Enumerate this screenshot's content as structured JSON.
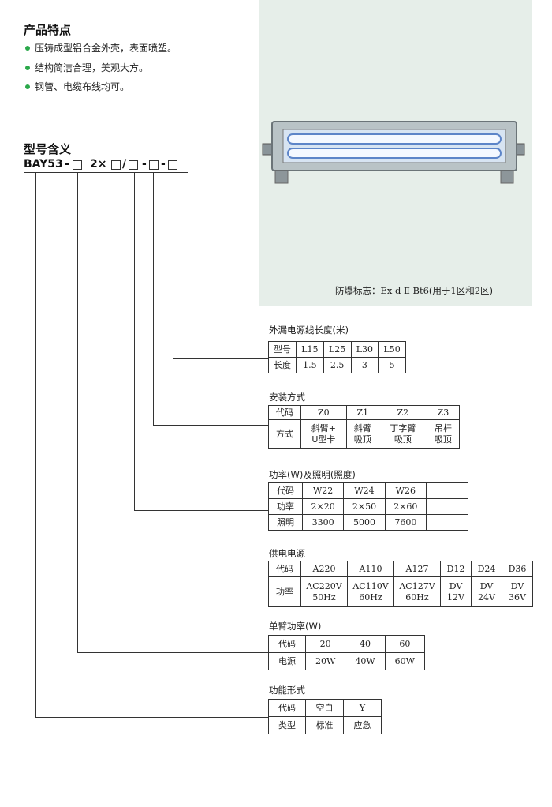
{
  "features": {
    "title": "产品特点",
    "items": [
      "压铸成型铝合金外壳，表面喷塑。",
      "结构简洁合理，美观大方。",
      "钢管、电缆布线均可。"
    ]
  },
  "photo": {
    "caption": "防爆标志：Ex d Ⅱ Bt6(用于1区和2区)"
  },
  "model": {
    "title": "型号含义",
    "prefix": "BAY53",
    "dash": "-",
    "mid": "2×",
    "slash": "/"
  },
  "tables": {
    "cable": {
      "title": "外漏电源线长度(米)",
      "rows": [
        [
          "型号",
          "L15",
          "L25",
          "L30",
          "L50"
        ],
        [
          "长度",
          "1.5",
          "2.5",
          "3",
          "5"
        ]
      ]
    },
    "install": {
      "title": "安装方式",
      "row1": [
        "代码",
        "Z0",
        "Z1",
        "Z2",
        "Z3"
      ],
      "row2": [
        "方式",
        "斜臂+\nU型卡",
        "斜臂\n吸顶",
        "丁字臂\n吸顶",
        "吊杆\n吸顶"
      ]
    },
    "power": {
      "title": "功率(W)及照明(照度)",
      "rows": [
        [
          "代码",
          "W22",
          "W24",
          "W26",
          ""
        ],
        [
          "功率",
          "2×20",
          "2×50",
          "2×60",
          ""
        ],
        [
          "照明",
          "3300",
          "5000",
          "7600",
          ""
        ]
      ]
    },
    "supply": {
      "title": "供电电源",
      "row1": [
        "代码",
        "A220",
        "A110",
        "A127",
        "D12",
        "D24",
        "D36"
      ],
      "row2": [
        "功率",
        "AC220V\n50Hz",
        "AC110V\n60Hz",
        "AC127V\n60Hz",
        "DV\n12V",
        "DV\n24V",
        "DV\n36V"
      ]
    },
    "single": {
      "title": "单臂功率(W)",
      "rows": [
        [
          "代码",
          "20",
          "40",
          "60"
        ],
        [
          "电源",
          "20W",
          "40W",
          "60W"
        ]
      ]
    },
    "function": {
      "title": "功能形式",
      "rows": [
        [
          "代码",
          "空白",
          "Y"
        ],
        [
          "类型",
          "标准",
          "应急"
        ]
      ]
    }
  }
}
